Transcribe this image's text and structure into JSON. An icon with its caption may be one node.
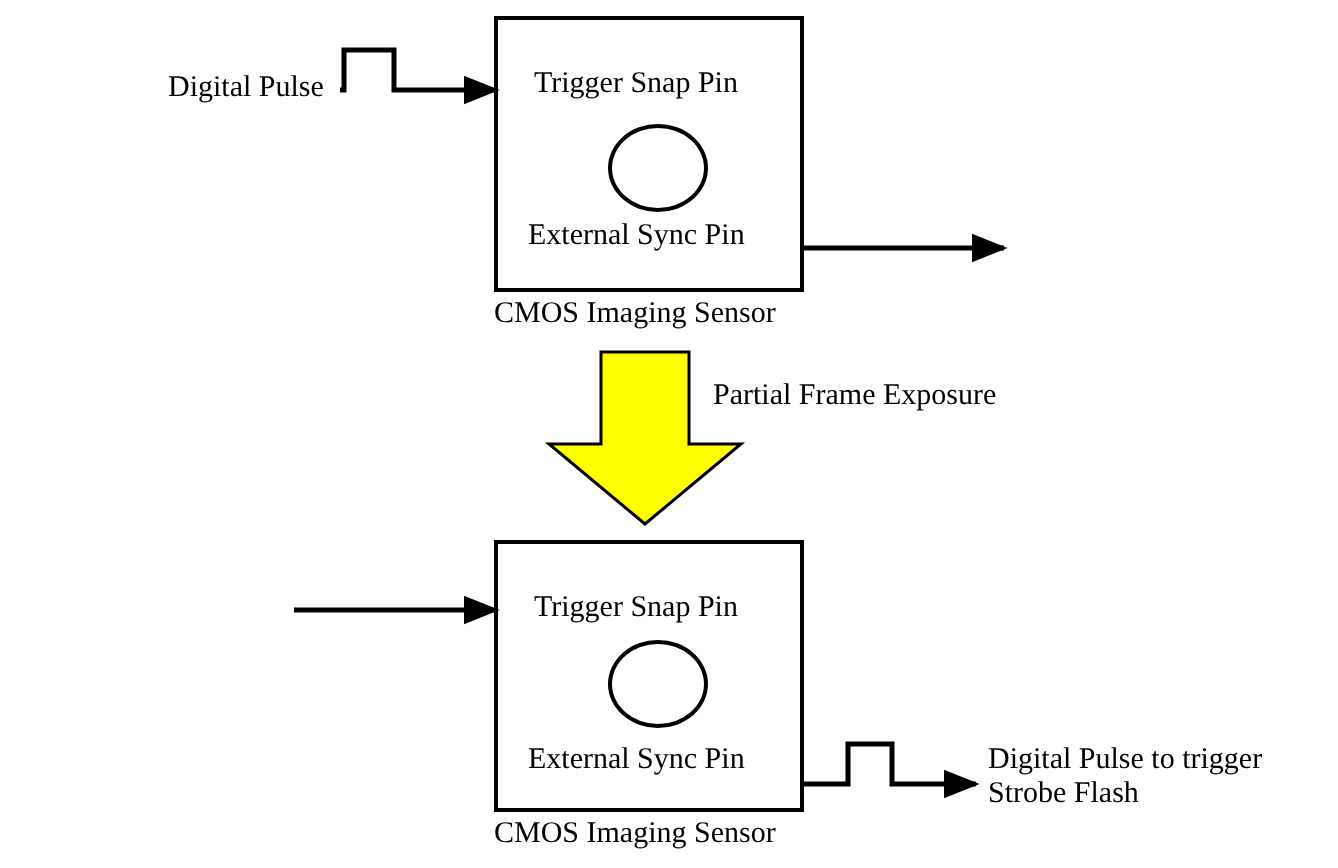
{
  "diagram": {
    "nodes": [
      {
        "text": [
          "Digital Pulse"
        ]
      },
      {
        "text": [
          "Trigger Snap Pin",
          "External Sync Pin"
        ],
        "beside": [
          "CMOS Imaging Sensor"
        ]
      },
      {
        "text": [],
        "shape": "circle",
        "in": 1
      },
      {
        "text": [
          "Trigger Snap Pin",
          "External Sync Pin"
        ],
        "beside": [
          "CMOS Imaging Sensor"
        ]
      },
      {
        "text": [],
        "shape": "circle",
        "in": 3
      },
      {
        "text": [
          "Digital Pulse to trigger Strobe Flash"
        ]
      }
    ],
    "edges": [
      {
        "from": 0,
        "to": 1,
        "arrow": "to"
      },
      {
        "from": 1,
        "to": null,
        "arrow": "to"
      },
      {
        "from": 1,
        "to": 3,
        "arrow": "to",
        "style": "thick",
        "color": "#ffff00",
        "label": "Partial Frame Exposure"
      },
      {
        "from": null,
        "to": 3,
        "arrow": "to"
      },
      {
        "from": 3,
        "to": 5,
        "arrow": "to"
      }
    ]
  }
}
